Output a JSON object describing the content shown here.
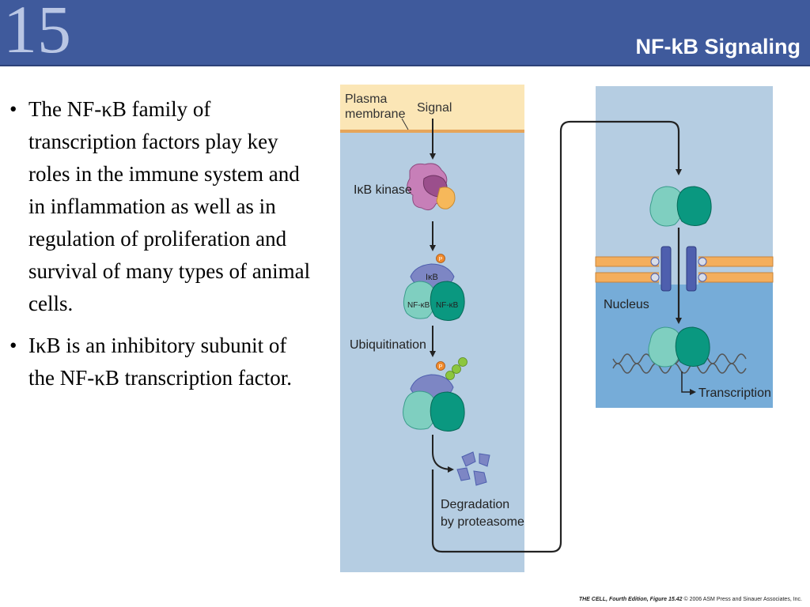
{
  "header": {
    "chapter_number": "15",
    "title": "NF-kB Signaling"
  },
  "bullets": [
    {
      "text": "The NF-κB family of transcription factors play key roles in the immune system and in inflammation as well as in regulation of proliferation and survival of many types of animal cells."
    },
    {
      "text": "IκB is an inhibitory subunit of the NF-κB transcription factor."
    }
  ],
  "figure": {
    "labels": {
      "plasma": "Plasma",
      "membrane": "membrane",
      "signal": "Signal",
      "ikb_kinase": "IκB kinase",
      "ikb": "IκB",
      "nfkb_left": "NF-κB",
      "nfkb_right": "NF-κB",
      "phospho": "P",
      "ubiquitination": "Ubiquitination",
      "degradation": "Degradation",
      "by_proteasome": "by proteasome",
      "nucleus": "Nucleus",
      "transcription": "Transcription"
    },
    "colors": {
      "cytoplasm": "#b5cde2",
      "membrane": "#fbe6b6",
      "nucleus": "#76acd8",
      "nuclear_envelope": "#f4ae5c",
      "nfkb_light": "#7fcfc0",
      "nfkb_dark": "#0a9880",
      "ikb": "#7d86c4",
      "kinase": "#c77fb8",
      "kinase_orange": "#f6b85a",
      "ubiquitin": "#8cc63e"
    }
  },
  "credit": {
    "book": "THE CELL, Fourth Edition, Figure 15.42",
    "copyright": "© 2006 ASM Press and Sinauer Associates, Inc."
  }
}
